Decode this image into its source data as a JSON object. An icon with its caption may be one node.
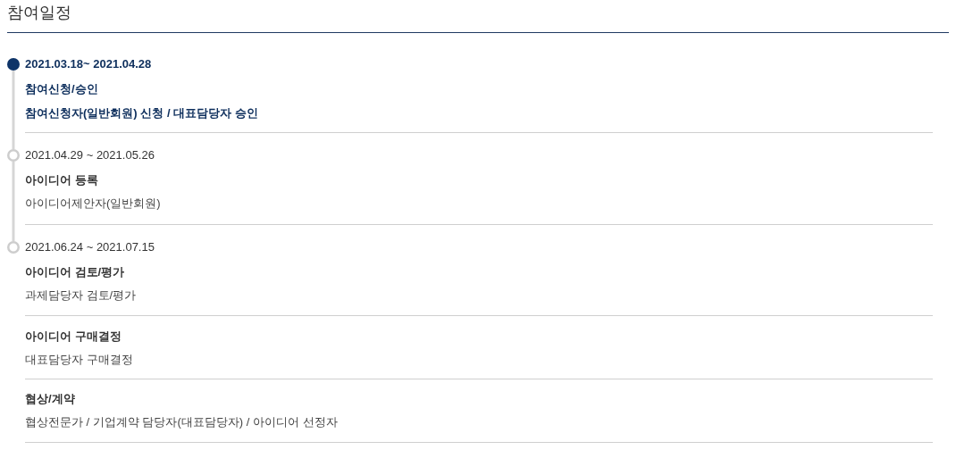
{
  "diagram": {
    "title": "참여일정",
    "nodes": [
      {
        "text": [],
        "shape": "circle"
      },
      {
        "text": [
          "2021.03.18~ 2021.04.28",
          "참여신청/승인",
          "참여신청자(일반회원) 신청 / 대표담당자 승인"
        ]
      },
      {
        "text": [],
        "shape": "circle"
      },
      {
        "text": [
          "2021.04.29 ~ 2021.05.26",
          "아이디어 등록",
          "아이디어제안자(일반회원)"
        ]
      },
      {
        "text": [],
        "shape": "circle"
      },
      {
        "text": [
          "2021.06.24 ~ 2021.07.15",
          "아이디어 검토/평가",
          "과제담당자 검토/평가"
        ]
      },
      {
        "text": [
          "아이디어 구매결정",
          "대표담당자 구매결정"
        ]
      },
      {
        "text": [
          "협상/계약",
          "협상전문가 / 기업계약 담당자(대표담당자) / 아이디어 선정자"
        ]
      }
    ],
    "edges": [
      {
        "from": 0,
        "to": 2,
        "arrow": "none"
      },
      {
        "from": 2,
        "to": 4,
        "arrow": "none"
      }
    ]
  }
}
